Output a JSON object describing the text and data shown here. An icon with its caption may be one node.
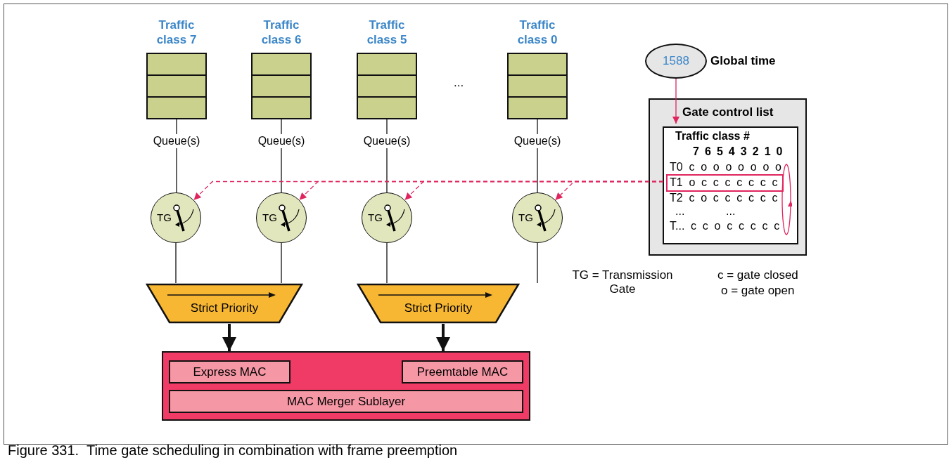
{
  "diagram": {
    "caption": "Figure 331.  Time gate scheduling in combination with frame preemption",
    "nodes": [
      {
        "text": [
          "Traffic class 7"
        ]
      },
      {
        "text": [
          "Traffic class 6"
        ]
      },
      {
        "text": [
          "Traffic class 5"
        ]
      },
      {
        "text": [
          "Traffic class 0"
        ]
      },
      {
        "text": [
          "TG"
        ]
      },
      {
        "text": [
          "TG"
        ]
      },
      {
        "text": [
          "TG"
        ]
      },
      {
        "text": [
          "TG"
        ]
      },
      {
        "text": [
          "Strict Priority"
        ]
      },
      {
        "text": [
          "Strict Priority"
        ]
      },
      {
        "text": [],
        "shape": "box"
      },
      {
        "text": [
          "Express MAC"
        ],
        "in": 10
      },
      {
        "text": [
          "Preemtable MAC"
        ],
        "in": 10
      },
      {
        "text": [
          "MAC Merger Sublayer"
        ],
        "in": 10
      },
      {
        "text": [
          "1588"
        ],
        "beside": [
          "Global time"
        ]
      },
      {
        "text": [
          "Gate control list"
        ]
      },
      {
        "text": [
          "Traffic class #",
          "7 6 5 4 3 2 1 0",
          "T0 c o o o o o o o",
          "T2 c o c c c c c c",
          "...",
          "...",
          "T... c c o c c c c c"
        ],
        "in": 15
      },
      {
        "text": [
          "T1 o c c c c c c c"
        ],
        "in": 16
      }
    ],
    "edges": [
      {
        "from": 0,
        "to": 4,
        "arrow": "none",
        "label": "Queue(s)"
      },
      {
        "from": 1,
        "to": 5,
        "arrow": "none",
        "label": "Queue(s)"
      },
      {
        "from": 2,
        "to": 6,
        "arrow": "none",
        "label": "Queue(s)"
      },
      {
        "from": 3,
        "to": 7,
        "arrow": "none",
        "label": "Queue(s)"
      },
      {
        "from": 4,
        "to": 8,
        "arrow": "none"
      },
      {
        "from": 5,
        "to": 8,
        "arrow": "none"
      },
      {
        "from": 6,
        "to": 9,
        "arrow": "none"
      },
      {
        "from": 7,
        "to": 9,
        "arrow": "none"
      },
      {
        "from": 8,
        "to": 10,
        "arrow": "to",
        "style": "thick"
      },
      {
        "from": 9,
        "to": 10,
        "arrow": "to",
        "style": "thick"
      },
      {
        "from": 14,
        "to": 16,
        "arrow": "to",
        "color": "#e0245e"
      },
      {
        "from": 17,
        "to": 4,
        "arrow": "to",
        "style": "dashed",
        "color": "#e0245e"
      },
      {
        "from": 17,
        "to": 5,
        "arrow": "to",
        "style": "dashed",
        "color": "#e0245e"
      },
      {
        "from": 17,
        "to": 6,
        "arrow": "to",
        "style": "dashed",
        "color": "#e0245e"
      },
      {
        "from": 17,
        "to": 7,
        "arrow": "to",
        "style": "dashed",
        "color": "#e0245e"
      }
    ],
    "labels": [
      "...",
      "TG = Transmission Gate",
      "c = gate closed",
      "o = gate open"
    ]
  }
}
